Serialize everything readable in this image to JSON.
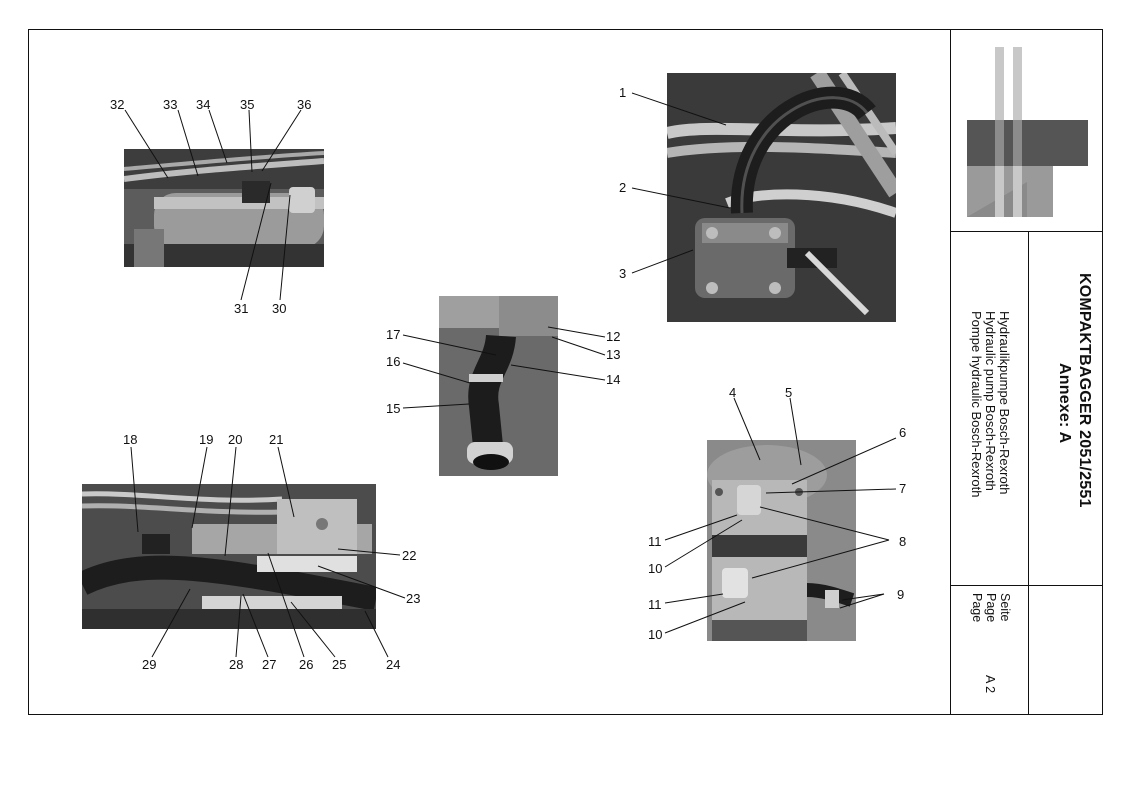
{
  "title_block": {
    "title": "KOMPAKTBAGGER 2051/2551",
    "annex": "Annexe: A",
    "desc_de": "Hydraulikpumpe Bosch-Rexroth",
    "desc_en": "Hydraulic pump Bosch-Rexroth",
    "desc_fr": "Pompe hydraulic Bosch-Rexroth",
    "page_de": "Seite",
    "page_en": "Page",
    "page_fr": "Page",
    "page_number": "A 2"
  },
  "callouts": [
    "1",
    "2",
    "3",
    "4",
    "5",
    "6",
    "7",
    "8",
    "9",
    "10",
    "10",
    "11",
    "11",
    "12",
    "13",
    "14",
    "15",
    "16",
    "17",
    "18",
    "19",
    "20",
    "21",
    "22",
    "23",
    "24",
    "25",
    "26",
    "27",
    "28",
    "29",
    "30",
    "31",
    "32",
    "33",
    "34",
    "35",
    "36"
  ],
  "photos": {
    "top_right": "hydraulic-pump-hoses",
    "center": "suction-hose",
    "top_left": "pump-fittings",
    "bottom_left": "pressure-line-assembly",
    "bottom_right": "pump-body-detail"
  },
  "colors": {
    "line": "#111111",
    "logo_dark": "#555555",
    "logo_light": "#9a9a9a",
    "logo_stripe": "#c8c8c8"
  }
}
